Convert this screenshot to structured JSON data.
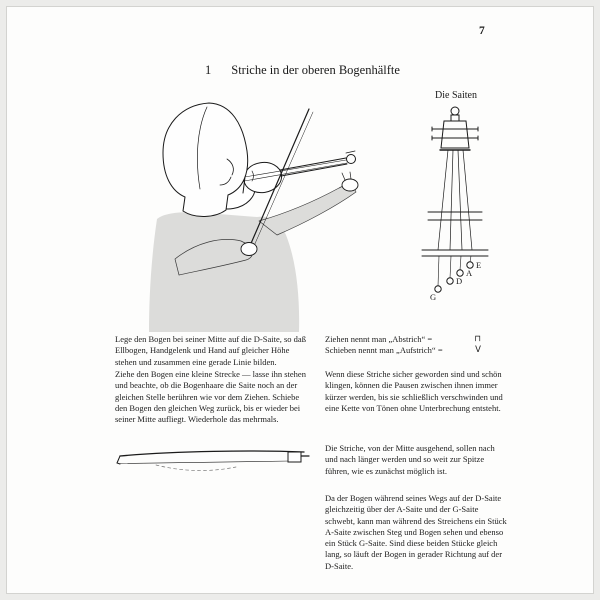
{
  "page": {
    "number": "7"
  },
  "section": {
    "number": "1",
    "title": "Striche in der oberen Bogenhälfte"
  },
  "strings_diagram": {
    "caption": "Die Saiten",
    "labels": {
      "e": "E",
      "a": "A",
      "d": "D",
      "g": "G"
    }
  },
  "bow_terms": {
    "draw_label": "Ziehen nennt man „Abstrich“ =",
    "draw_symbol": "⊓",
    "push_label": "Schieben nennt man „Aufstrich“ =",
    "push_symbol": "V"
  },
  "paragraphs": {
    "left1": "Lege den Bogen bei seiner Mitte auf die D-Saite, so daß Ellbogen, Handgelenk und Hand auf gleicher Höhe stehen und zusammen eine gerade Linie bilden.",
    "left2": "Ziehe den Bogen eine kleine Strecke — lasse ihn stehen und beachte, ob die Bogenhaare die Saite noch an der gleichen Stelle berühren wie vor dem Ziehen. Schiebe den Bogen den gleichen Weg zurück, bis er wieder bei seiner Mitte aufliegt. Wiederhole das mehrmals.",
    "right2": "Wenn diese Striche sicher geworden sind und schön klingen, können die Pausen zwischen ihnen immer kürzer werden, bis sie schließlich verschwinden und eine Kette von Tönen ohne Unterbrechung entsteht.",
    "right3": "Die Striche, von der Mitte ausgehend, sollen nach und nach länger werden und so weit zur Spitze führen, wie es zunächst möglich ist.",
    "right4": "Da der Bogen während seines Wegs auf der D-Saite gleichzeitig über der A-Saite und der G-Saite schwebt, kann man während des Streichens ein Stück A-Saite zwischen Steg und Bogen sehen und ebenso ein Stück G-Saite. Sind diese beiden Stücke gleich lang, so läuft der Bogen in gerader Richtung auf der D-Saite."
  }
}
